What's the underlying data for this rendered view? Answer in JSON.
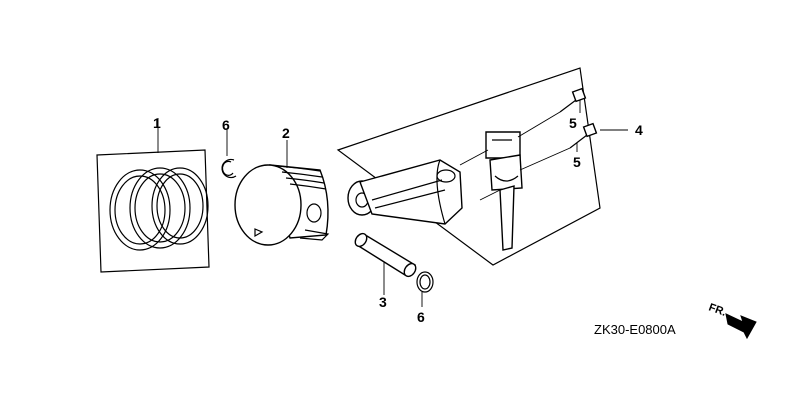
{
  "diagram": {
    "callouts": {
      "c1": "1",
      "c2": "2",
      "c3": "3",
      "c4": "4",
      "c5a": "5",
      "c5b": "5",
      "c6a": "6",
      "c6b": "6"
    },
    "drawing_code": "ZK30-E0800A",
    "direction_label": "FR."
  }
}
